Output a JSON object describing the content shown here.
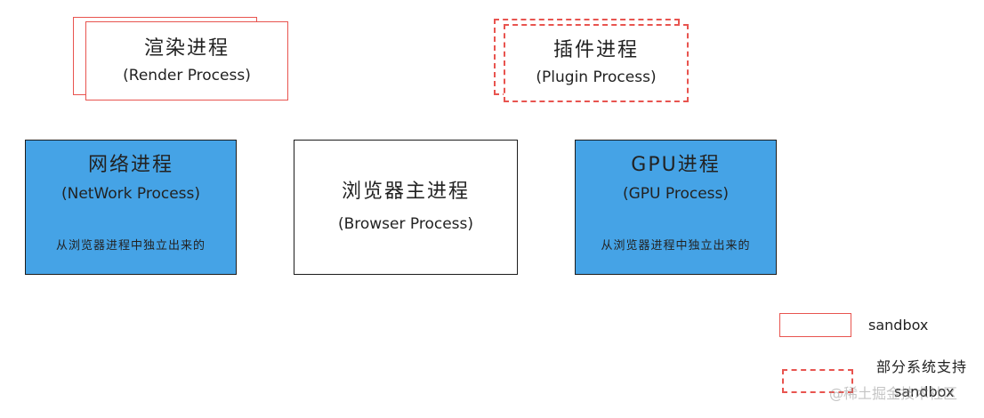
{
  "render_process": {
    "title": "渲染进程",
    "subtitle": "(Render Process)"
  },
  "plugin_process": {
    "title": "插件进程",
    "subtitle": "(Plugin Process)"
  },
  "network_process": {
    "title": "网络进程",
    "subtitle": "(NetWork Process)",
    "note": "从浏览器进程中独立出来的"
  },
  "browser_process": {
    "title": "浏览器主进程",
    "subtitle": "(Browser Process)"
  },
  "gpu_process": {
    "title": "GPU进程",
    "subtitle": "(GPU Process)",
    "note": "从浏览器进程中独立出来的"
  },
  "legend": {
    "sandbox_label": "sandbox",
    "partial_line1": "部分系统支持",
    "partial_line2": "sandbox"
  },
  "watermark": "@稀土掘金技术社区",
  "colors": {
    "sandbox_border": "#e8544f",
    "process_fill": "#45a3e6",
    "box_border": "#1c1c1c"
  }
}
